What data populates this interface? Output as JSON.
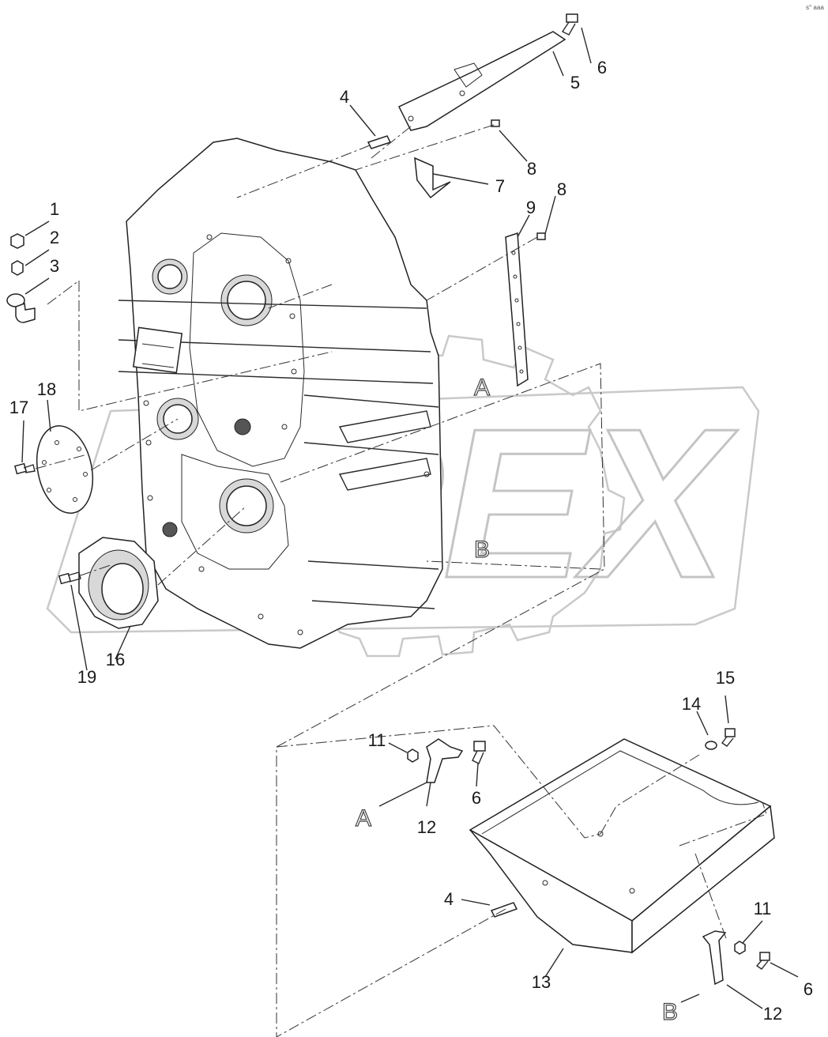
{
  "corner_mark": "s° aaa",
  "watermark": {
    "logo_text": "OPEX"
  },
  "section_letters": {
    "a_label": "A",
    "b_label": "B"
  },
  "callouts": [
    {
      "id": "c1",
      "label": "1"
    },
    {
      "id": "c2",
      "label": "2"
    },
    {
      "id": "c3",
      "label": "3"
    },
    {
      "id": "c4a",
      "label": "4"
    },
    {
      "id": "c4b",
      "label": "4"
    },
    {
      "id": "c5",
      "label": "5"
    },
    {
      "id": "c6a",
      "label": "6"
    },
    {
      "id": "c6b",
      "label": "6"
    },
    {
      "id": "c6c",
      "label": "6"
    },
    {
      "id": "c7",
      "label": "7"
    },
    {
      "id": "c8a",
      "label": "8"
    },
    {
      "id": "c8b",
      "label": "8"
    },
    {
      "id": "c9",
      "label": "9"
    },
    {
      "id": "c11a",
      "label": "11"
    },
    {
      "id": "c11b",
      "label": "11"
    },
    {
      "id": "c12a",
      "label": "12"
    },
    {
      "id": "c12b",
      "label": "12"
    },
    {
      "id": "c13",
      "label": "13"
    },
    {
      "id": "c14",
      "label": "14"
    },
    {
      "id": "c15",
      "label": "15"
    },
    {
      "id": "c16",
      "label": "16"
    },
    {
      "id": "c17",
      "label": "17"
    },
    {
      "id": "c18",
      "label": "18"
    },
    {
      "id": "c19",
      "label": "19"
    }
  ]
}
